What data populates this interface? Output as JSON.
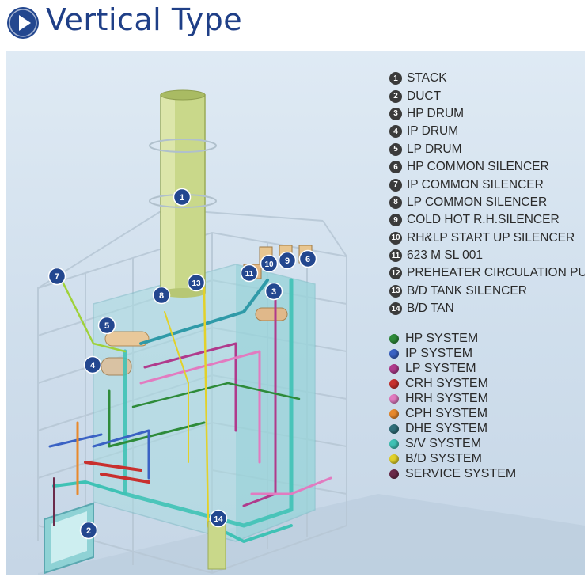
{
  "title": "Vertical Type",
  "colors": {
    "title": "#1f3f87",
    "badge": "#23478f",
    "panel": "#d6e3ef"
  },
  "components": [
    {
      "num": "1",
      "label": "STACK"
    },
    {
      "num": "2",
      "label": "DUCT"
    },
    {
      "num": "3",
      "label": "HP DRUM"
    },
    {
      "num": "4",
      "label": "IP DRUM"
    },
    {
      "num": "5",
      "label": "LP DRUM"
    },
    {
      "num": "6",
      "label": "HP COMMON SILENCER"
    },
    {
      "num": "7",
      "label": "IP COMMON SILENCER"
    },
    {
      "num": "8",
      "label": "LP COMMON SILENCER"
    },
    {
      "num": "9",
      "label": "COLD HOT R.H.SILENCER"
    },
    {
      "num": "10",
      "label": "RH&LP START UP SILENCER"
    },
    {
      "num": "11",
      "label": "623 M SL 001"
    },
    {
      "num": "12",
      "label": "PREHEATER CIRCULATION PUMP"
    },
    {
      "num": "13",
      "label": "B/D TANK SILENCER"
    },
    {
      "num": "14",
      "label": "B/D TAN"
    }
  ],
  "systems": [
    {
      "label": "HP SYSTEM",
      "color": "#2e8b3a"
    },
    {
      "label": "IP SYSTEM",
      "color": "#3a62c4"
    },
    {
      "label": "LP SYSTEM",
      "color": "#b03a8c"
    },
    {
      "label": "CRH SYSTEM",
      "color": "#c8302e"
    },
    {
      "label": "HRH SYSTEM",
      "color": "#e27bc0"
    },
    {
      "label": "CPH SYSTEM",
      "color": "#e8892c"
    },
    {
      "label": "DHE SYSTEM",
      "color": "#2f6f7a"
    },
    {
      "label": "S/V SYSTEM",
      "color": "#3fc2b5"
    },
    {
      "label": "B/D SYSTEM",
      "color": "#e2d12a"
    },
    {
      "label": "SERVICE SYSTEM",
      "color": "#6b2a4a"
    }
  ],
  "markers": [
    "1",
    "2",
    "3",
    "4",
    "5",
    "6",
    "7",
    "8",
    "9",
    "10",
    "11",
    "13",
    "14"
  ]
}
